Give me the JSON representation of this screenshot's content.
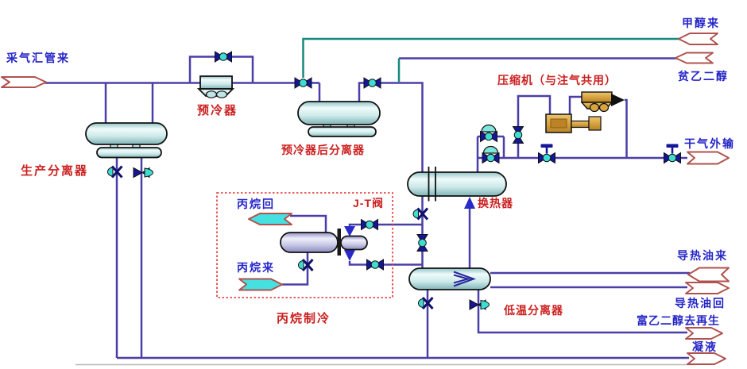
{
  "diagram_type": "gas-processing-process-flow-diagram",
  "labels": {
    "equipment": {
      "production_separator": "生产分离器",
      "precooler": "预冷器",
      "precooler_separator": "预冷器后分离器",
      "heat_exchanger": "换热器",
      "low_temp_separator": "低温分离器",
      "compressor": "压缩机（与注气共用）",
      "jt_valve": "J-T阀",
      "propane_refrigeration": "丙烷制冷"
    },
    "streams": {
      "feed_gas": "采气汇管来",
      "methanol_in": "甲醇来",
      "lean_glycol": "贫乙二醇",
      "dry_gas_out": "干气外输",
      "hot_oil_in": "导热油来",
      "hot_oil_return": "导热油回",
      "rich_glycol": "富乙二醇去再生",
      "condensate": "凝液",
      "propane_return": "丙烷回",
      "propane_in": "丙烷来"
    }
  },
  "colors": {
    "pipe_main": "#4A3FA8",
    "pipe_injection": "#17887E",
    "equipment_label": "#CC2020",
    "stream_label": "#2525C8",
    "valve_body": "#15159A",
    "valve_accent": "#3FDCD2",
    "vessel_fill": "#CFEAEA",
    "chiller_fill": "#B9B9DC",
    "compressor_fill": "#D9A33F",
    "arrow_outline": "#B0524E",
    "propane_arrow_fill": "#45E0E0",
    "refrigeration_box_border": "#E03030"
  }
}
